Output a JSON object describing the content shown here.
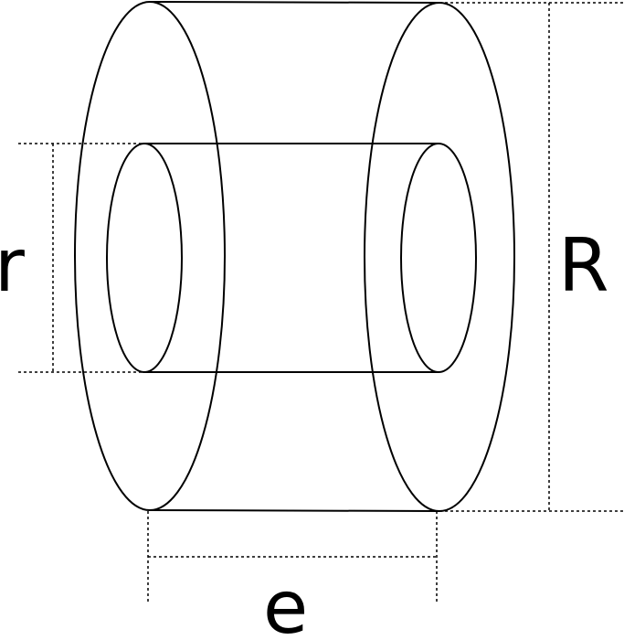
{
  "labels": {
    "inner_radius": "r",
    "outer_radius": "R",
    "thickness": "e"
  },
  "colors": {
    "stroke": "#000000",
    "background": "#ffffff"
  }
}
